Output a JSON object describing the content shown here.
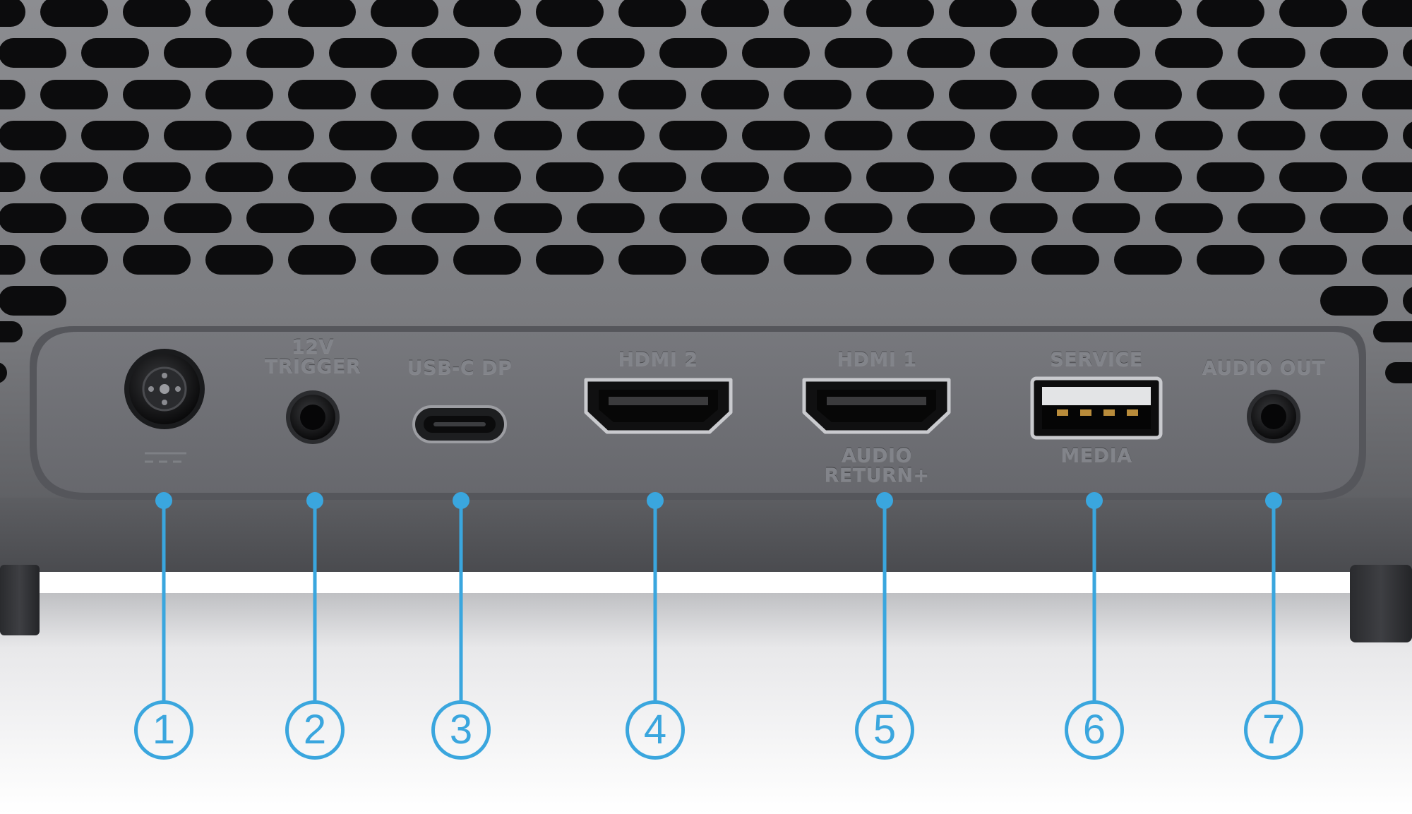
{
  "colors": {
    "callout": "#3aa6de",
    "chassis_light": "#8a8b8f",
    "chassis_dark": "#5a5b60",
    "panel": "#6d6e73",
    "label": "#82848a",
    "vent_hole": "#0c0c0d"
  },
  "ports": [
    {
      "id": 1,
      "number": "1",
      "kind": "dc-power",
      "icon": "dc-power-symbol-icon",
      "label_lines": []
    },
    {
      "id": 2,
      "number": "2",
      "kind": "audio-jack",
      "label_lines": [
        "12V",
        "TRIGGER"
      ]
    },
    {
      "id": 3,
      "number": "3",
      "kind": "usb-c",
      "label_lines": [
        "USB-C DP"
      ]
    },
    {
      "id": 4,
      "number": "4",
      "kind": "hdmi",
      "label_lines": [
        "HDMI 2"
      ]
    },
    {
      "id": 5,
      "number": "5",
      "kind": "hdmi",
      "label_lines": [
        "HDMI 1"
      ],
      "sub_label_lines": [
        "AUDIO",
        "RETURN+"
      ]
    },
    {
      "id": 6,
      "number": "6",
      "kind": "usb-a",
      "label_lines": [
        "SERVICE"
      ],
      "sub_label_lines": [
        "MEDIA"
      ]
    },
    {
      "id": 7,
      "number": "7",
      "kind": "audio-jack",
      "label_lines": [
        "AUDIO OUT"
      ]
    }
  ]
}
